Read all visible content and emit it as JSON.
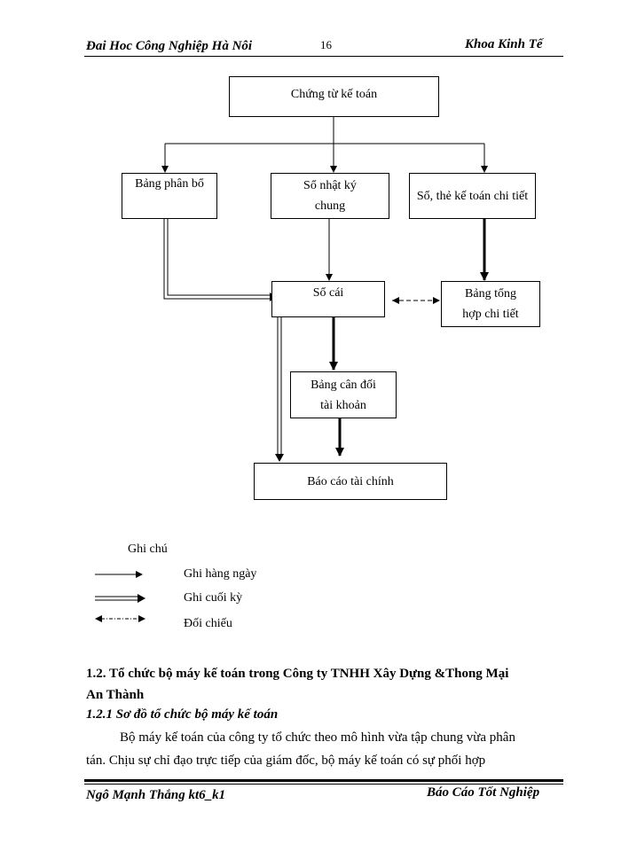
{
  "header": {
    "left": "Đai Hoc Công Nghiệp Hà Nôi",
    "page_number": "16",
    "right": "Khoa Kinh Tế"
  },
  "diagram": {
    "chung_tu": "Chứng từ kế toán",
    "bang_phan_bo": "Bảng phân bổ",
    "so_nhat_ky": "Sổ nhật ký chung",
    "so_the_chi_tiet": "Sổ, thẻ kế toán chi tiết",
    "so_cai": "Sổ cái",
    "bang_tong_hop": "Bảng tổng hợp chi tiết",
    "bang_can_doi": "Bảng cân đối tài khoản",
    "bao_cao": "Báo cáo tài chính"
  },
  "legend": {
    "title": "Ghi chú",
    "daily": "Ghi hàng ngày",
    "period_end": "Ghi cuối kỳ",
    "compare": "Đối chiếu"
  },
  "content": {
    "heading_1": "1.2. Tổ chức bộ máy kế toán trong Công ty TNHH Xây Dựng &Thong  Mại",
    "heading_1_cont": "An Thành",
    "heading_2": "1.2.1 Sơ đồ  tổ chức bộ máy kế toán",
    "para_line_1": "Bộ máy kế toán của công ty tổ chức theo mô hình vừa tập chung vừa phân",
    "para_line_2": "tán. Chịu sự chỉ đạo trực tiếp của giám  đốc, bộ máy kế toán có sự phối hợp"
  },
  "footer": {
    "left": "Ngô Mạnh Thắng kt6_k1",
    "right": "Báo Cáo Tốt Nghiệp"
  }
}
